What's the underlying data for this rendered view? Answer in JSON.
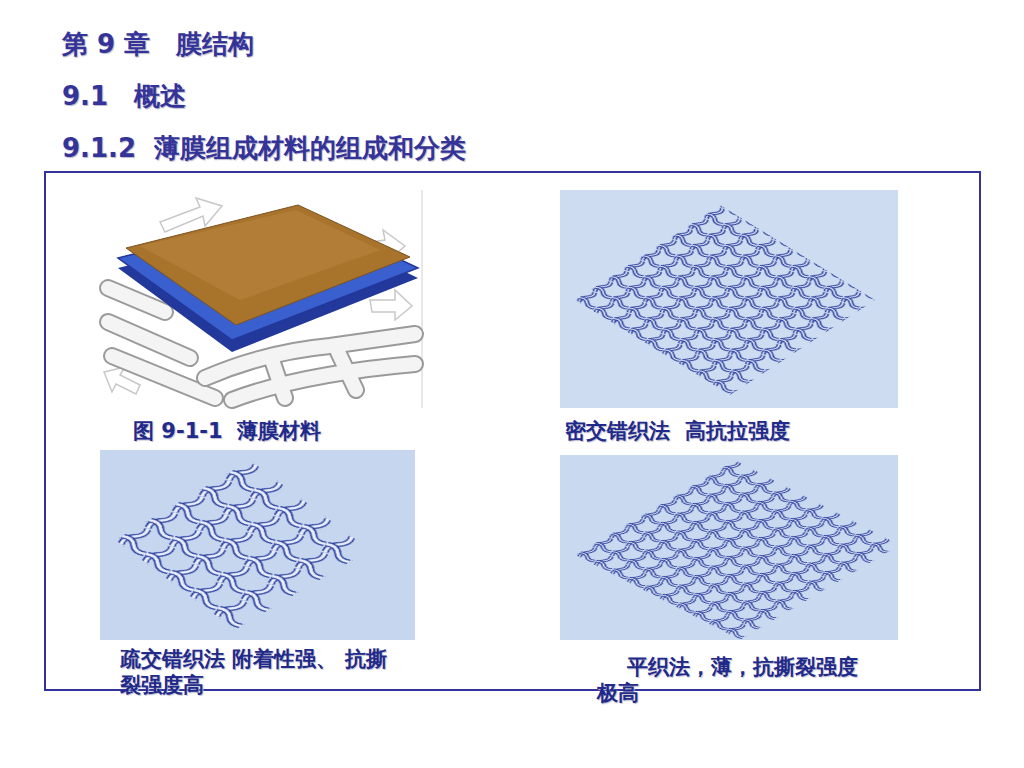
{
  "diagram": {
    "title": "第 9 章　膜结构",
    "nodes": [
      {
        "text": [
          "图 9-1-1  薄膜材料"
        ]
      },
      {
        "text": [
          "密交错织法  高抗拉强度"
        ]
      },
      {
        "text": [
          "疏交错织法 附着性强、 抗撕裂强度高"
        ]
      },
      {
        "text": [
          "平织法，薄，抗撕裂强度极高"
        ]
      }
    ],
    "labels": [
      "9.1　概述",
      "9.1.2  薄膜组成材料的组成和分类"
    ]
  }
}
